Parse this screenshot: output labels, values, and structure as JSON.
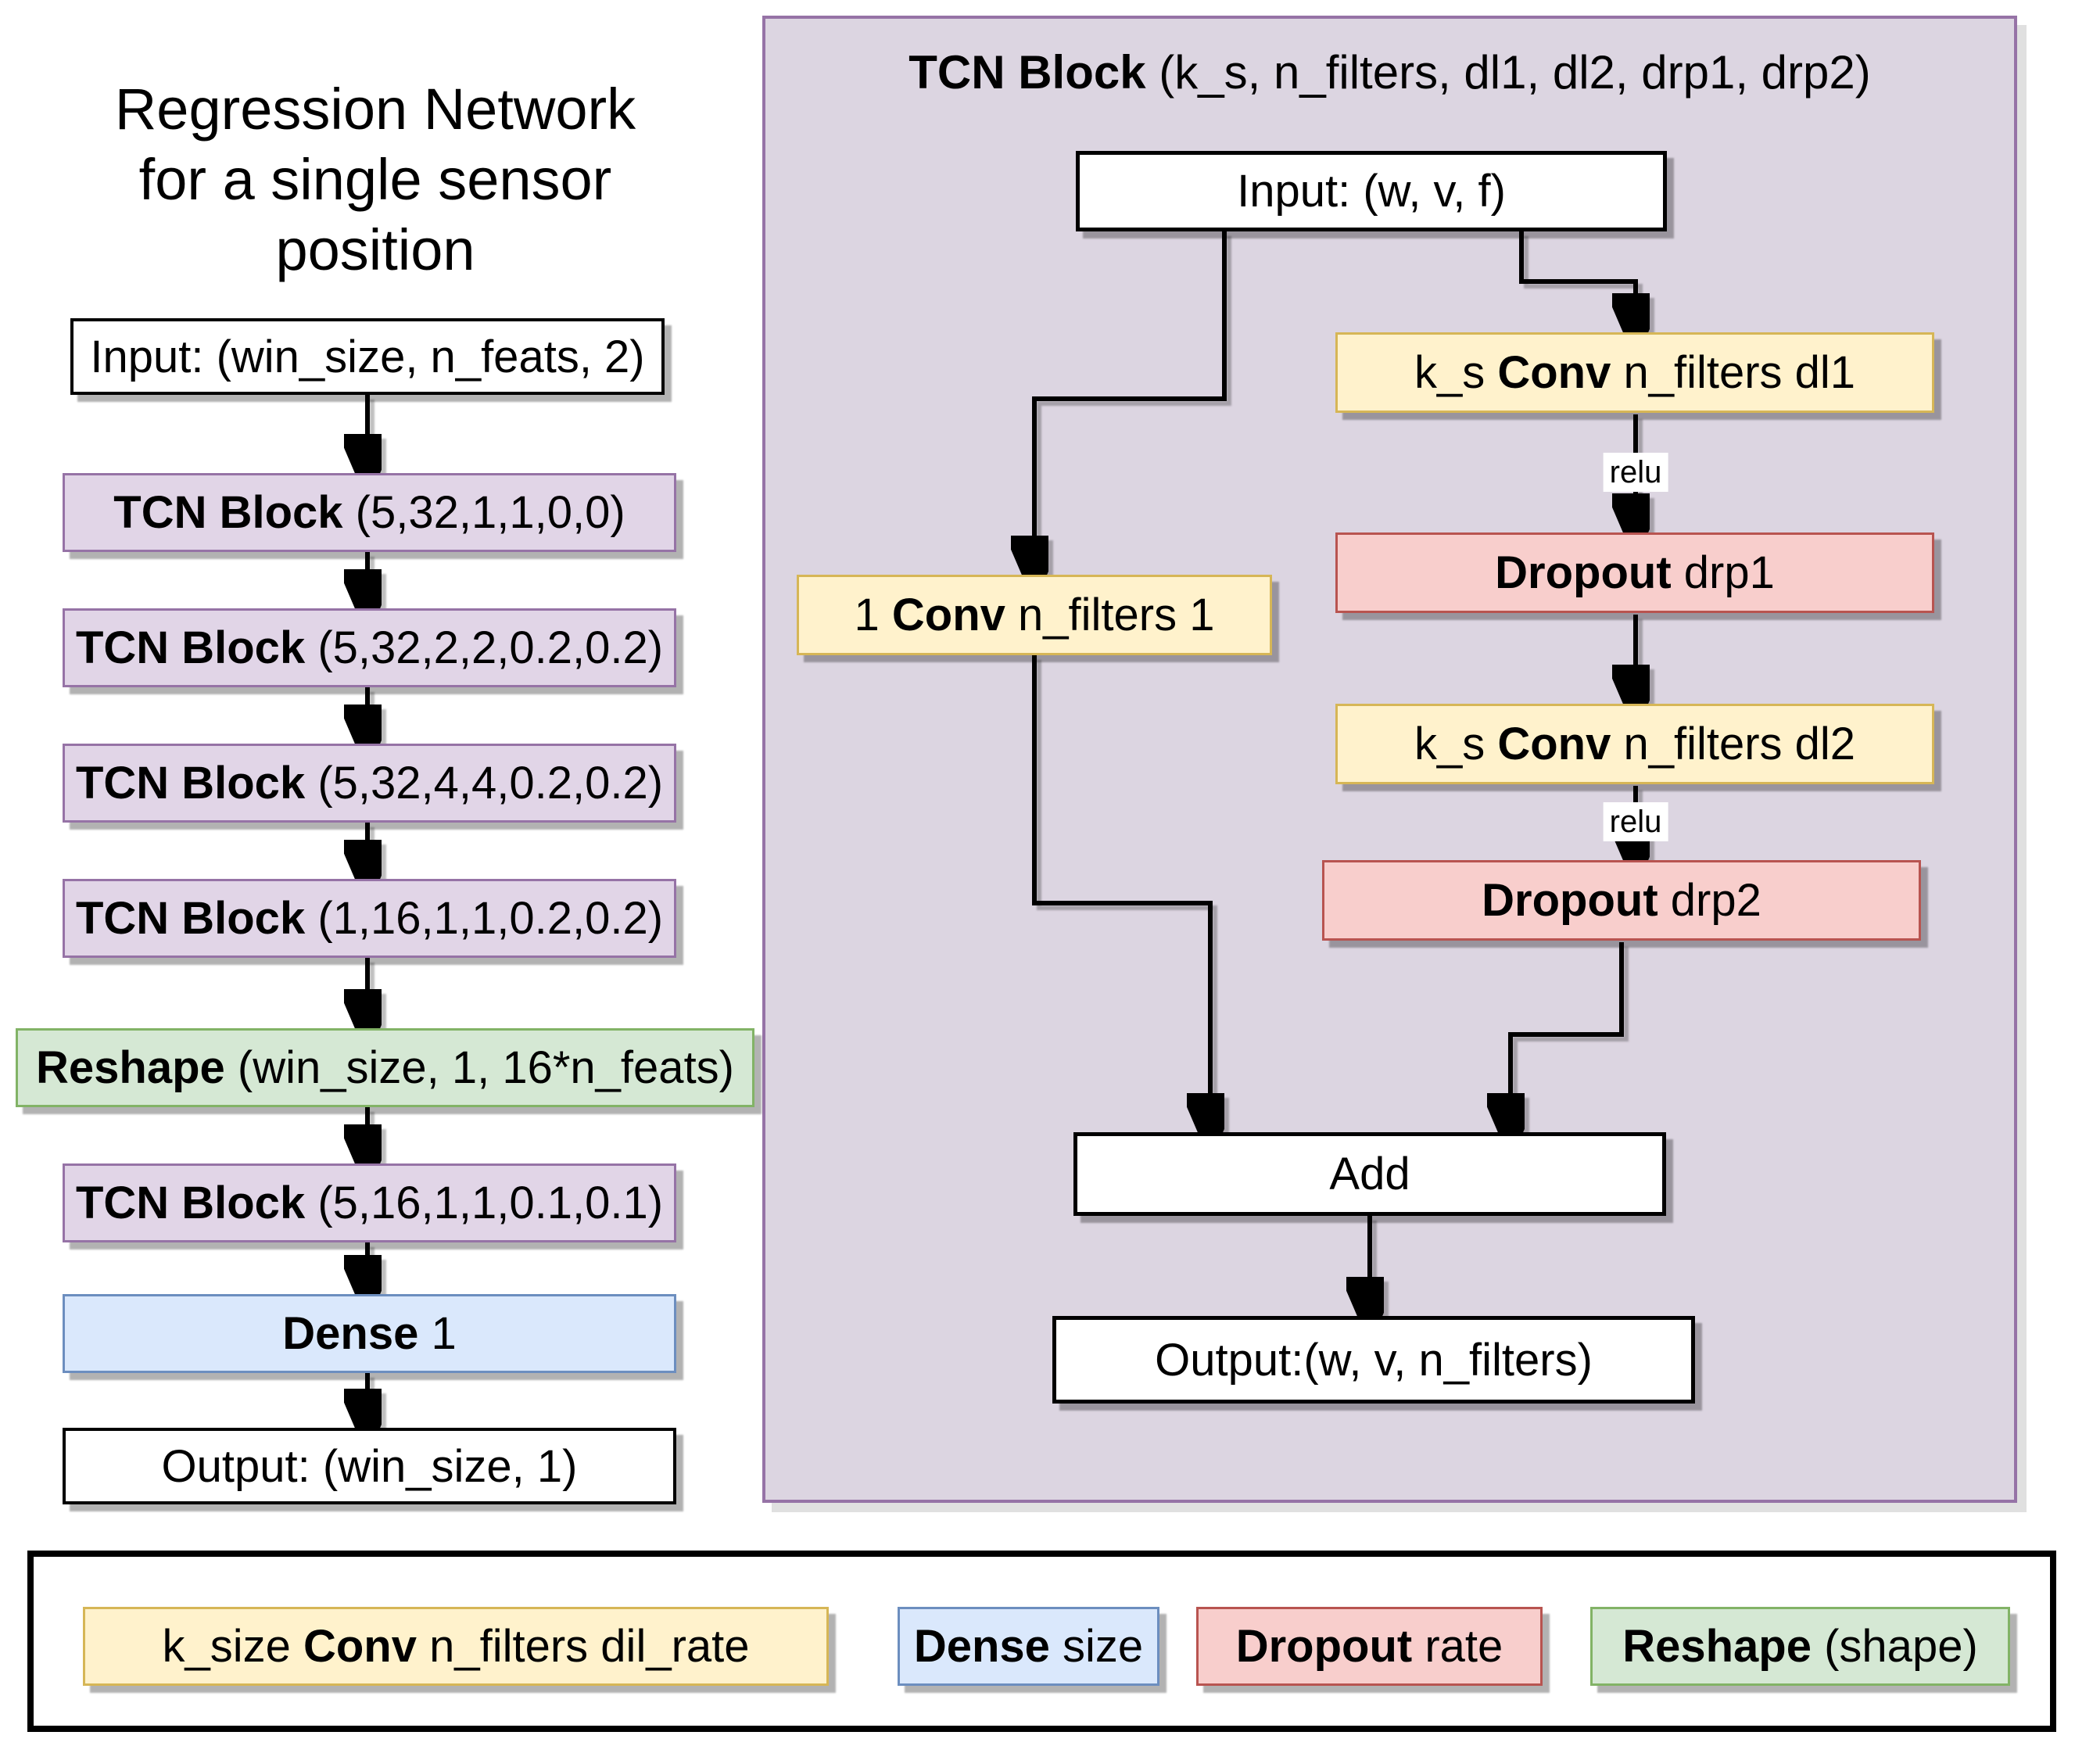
{
  "left_panel": {
    "title_lines": [
      "Regression Network",
      "for a single sensor",
      "position"
    ],
    "input": {
      "text": "Input: (win_size, n_feats, 2)"
    },
    "tcn1": {
      "bold": "TCN Block",
      "rest": " (5,32,1,1,0,0)"
    },
    "tcn2": {
      "bold": "TCN Block",
      "rest": " (5,32,2,2,0.2,0.2)"
    },
    "tcn3": {
      "bold": "TCN Block",
      "rest": " (5,32,4,4,0.2,0.2)"
    },
    "tcn4": {
      "bold": "TCN Block",
      "rest": " (1,16,1,1,0.2,0.2)"
    },
    "reshape": {
      "bold": "Reshape",
      "rest": " (win_size, 1, 16*n_feats)"
    },
    "tcn5": {
      "bold": "TCN Block",
      "rest": " (5,16,1,1,0.1,0.1)"
    },
    "dense": {
      "bold": "Dense",
      "rest": " 1"
    },
    "output": {
      "text": "Output: (win_size, 1)"
    }
  },
  "tcn_panel": {
    "title": {
      "bold": "TCN Block",
      "rest": " (k_s, n_filters, dl1, dl2, drp1, drp2)"
    },
    "input": {
      "text": "Input: (w, v, f)"
    },
    "conv_skip": {
      "pre": "1 ",
      "bold": "Conv",
      "rest": " n_filters 1"
    },
    "conv1": {
      "pre": "k_s ",
      "bold": "Conv",
      "rest": " n_filters dl1"
    },
    "dropout1": {
      "bold": "Dropout",
      "rest": " drp1"
    },
    "conv2": {
      "pre": "k_s ",
      "bold": "Conv",
      "rest": " n_filters dl2"
    },
    "dropout2": {
      "bold": "Dropout",
      "rest": " drp2"
    },
    "relu": "relu",
    "add": {
      "text": "Add"
    },
    "output": {
      "text": "Output:(w, v, n_filters)"
    }
  },
  "legend": {
    "conv": {
      "pre": "k_size ",
      "bold": "Conv",
      "rest": " n_filters dil_rate"
    },
    "dense": {
      "bold": "Dense",
      "rest": " size"
    },
    "dropout": {
      "bold": "Dropout",
      "rest": " rate"
    },
    "reshape": {
      "bold": "Reshape",
      "rest": " (shape)"
    }
  },
  "colors": {
    "purple_fill": "#E1D5E7",
    "purple_stroke": "#9673A6",
    "yellow_fill": "#FFF2CC",
    "yellow_stroke": "#D6B656",
    "red_fill": "#F8CECC",
    "red_stroke": "#B85450",
    "green_fill": "#D5E8D4",
    "green_stroke": "#82B366",
    "blue_fill": "#DAE8FC",
    "blue_stroke": "#6C8EBF",
    "panel_fill": "#DCD5E1",
    "line": "#000000"
  }
}
